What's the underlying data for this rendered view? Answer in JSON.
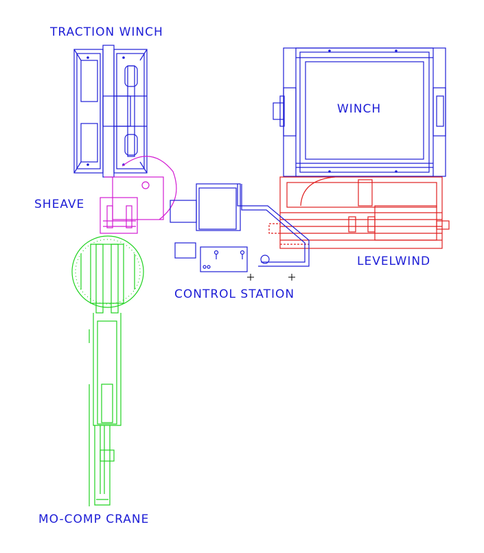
{
  "labels": {
    "traction_winch": "TRACTION WINCH",
    "winch": "WINCH",
    "sheave": "SHEAVE",
    "levelwind": "LEVELWIND",
    "control_station": "CONTROL STATION",
    "mo_comp_crane": "MO-COMP CRANE"
  },
  "colors": {
    "background": "#ffffff",
    "winch_lines": "#1d1dd6",
    "levelwind_lines": "#e01e1e",
    "sheave_lines": "#d21ad2",
    "crane_lines": "#1ed21e"
  }
}
